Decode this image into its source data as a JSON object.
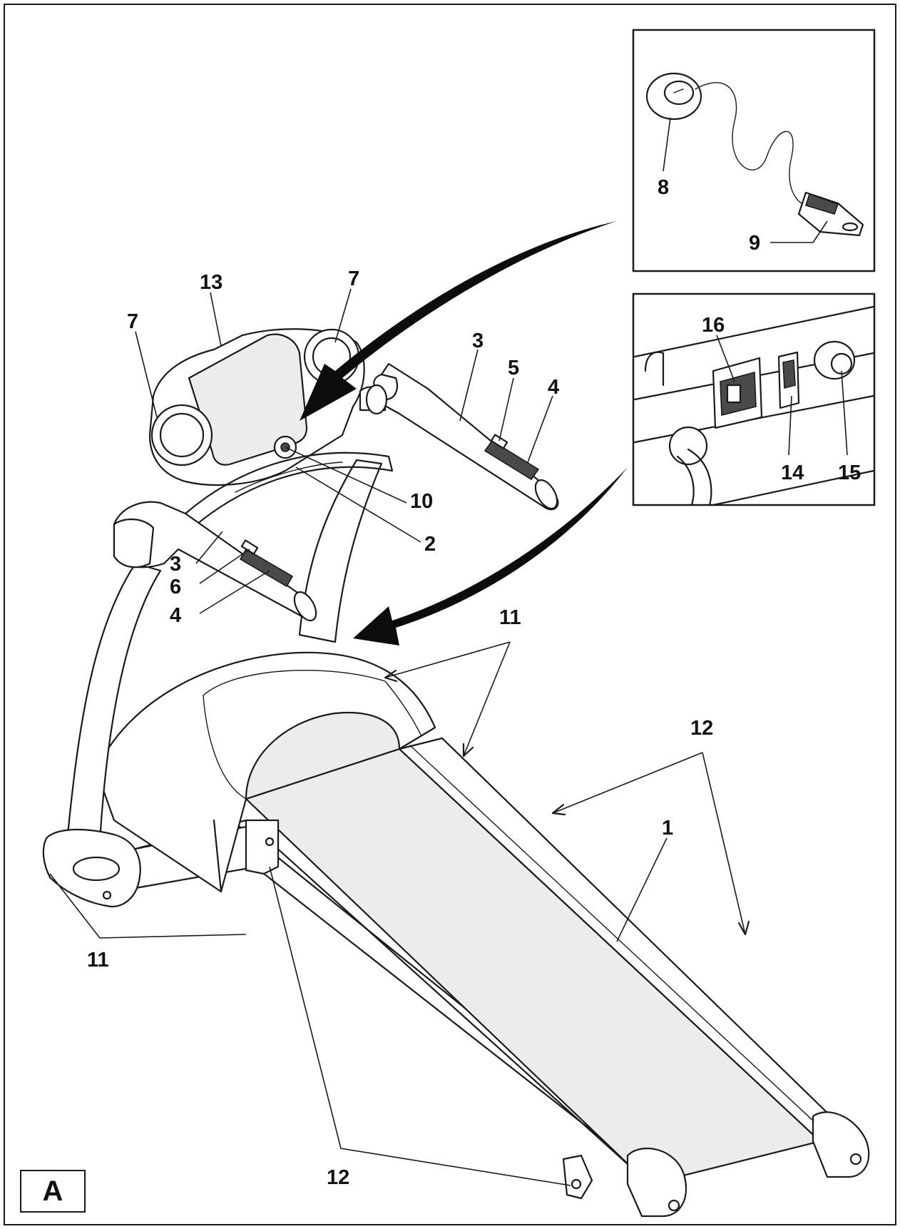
{
  "figure": {
    "letter": "A"
  },
  "callouts": {
    "deck": "1",
    "handlebar_frame": "2",
    "handrail_right": "3",
    "handrail_left": "3",
    "grip_right": "4",
    "grip_left": "4",
    "button_right": "5",
    "button_left": "6",
    "speaker_left": "7",
    "speaker_right": "7",
    "safety_key": "8",
    "clip": "9",
    "key_socket": "10",
    "cover": "11",
    "side_rail": "11",
    "rear_foot": "11",
    "side_rail_right": "12",
    "rail_edge": "12",
    "rear_wheel": "12",
    "console": "13",
    "power_switch": "14",
    "fuse": "15",
    "power_socket": "16"
  },
  "colors": {
    "ink": "#1a1a1a",
    "panel": "#ececec",
    "background": "#ffffff"
  }
}
